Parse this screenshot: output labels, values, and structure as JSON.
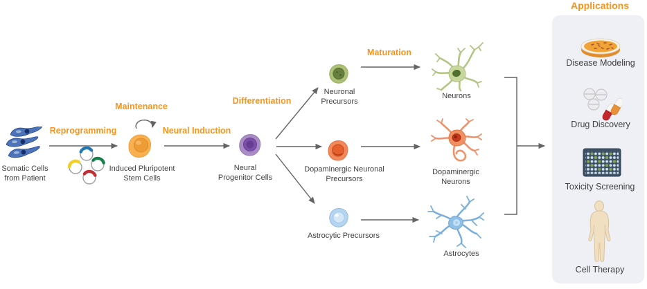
{
  "colors": {
    "accent_orange": "#F7941E",
    "label_text": "#414042",
    "arrow_gray": "#636466",
    "panel_background": "#EEF0F5"
  },
  "flow": {
    "process_labels": {
      "reprogramming": "Reprogramming",
      "maintenance": "Maintenance",
      "neural_induction": "Neural Induction",
      "differentiation": "Differentiation",
      "maturation": "Maturation"
    },
    "stages": {
      "somatic_cells": {
        "label": "Somatic Cells\nfrom Patient",
        "icon": "somatic-cells-icon"
      },
      "reprogramming_factors": {
        "icon": "plasmids-icon"
      },
      "ipsc": {
        "label": "Induced Pluripotent\nStem Cells",
        "icon": "ipsc-cell-icon"
      },
      "neural_progenitors": {
        "label": "Neural\nProgenitor Cells",
        "icon": "neural-progenitor-cell-icon"
      },
      "neuronal_precursors": {
        "label": "Neuronal\nPrecursors",
        "icon": "neuronal-precursor-cell-icon"
      },
      "dopaminergic_precursors": {
        "label": "Dopaminergic Neuronal\nPrecursors",
        "icon": "dopaminergic-precursor-cell-icon"
      },
      "astrocytic_precursors": {
        "label": "Astrocytic Precursors",
        "icon": "astrocytic-precursor-cell-icon"
      },
      "neurons": {
        "label": "Neurons",
        "icon": "neuron-icon"
      },
      "dopaminergic_neurons": {
        "label": "Dopaminergic\nNeurons",
        "icon": "dopaminergic-neuron-icon"
      },
      "astrocytes": {
        "label": "Astrocytes",
        "icon": "astrocyte-icon"
      }
    }
  },
  "applications": {
    "title": "Applications",
    "items": [
      {
        "label": "Disease Modeling",
        "icon": "petri-dish-icon"
      },
      {
        "label": "Drug Discovery",
        "icon": "pills-icon"
      },
      {
        "label": "Toxicity Screening",
        "icon": "microplate-icon"
      },
      {
        "label": "Cell Therapy",
        "icon": "human-body-icon"
      }
    ]
  }
}
